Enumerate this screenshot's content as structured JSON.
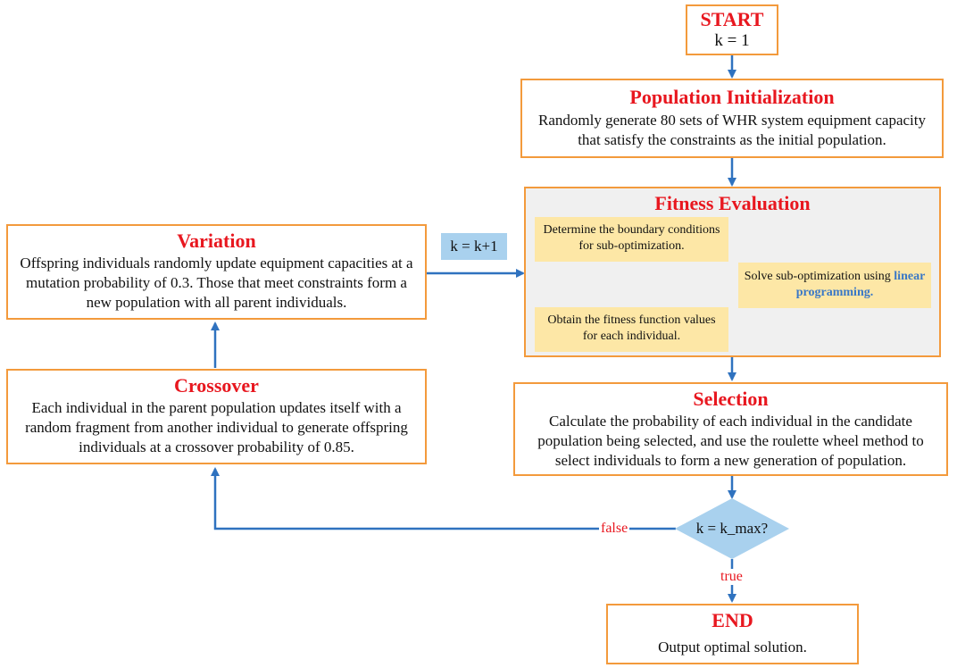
{
  "start": {
    "title": "START",
    "init": "k = 1"
  },
  "init_step": {
    "title": "Population Initialization",
    "text": "Randomly generate 80 sets of WHR system equipment capacity that satisfy the constraints as the initial population."
  },
  "fitness": {
    "title": "Fitness Evaluation",
    "step1": "Determine the boundary conditions for sub-optimization.",
    "step2_prefix": "Solve sub-optimization using ",
    "step2_highlight": "linear programming.",
    "step3": "Obtain the fitness function values for each individual."
  },
  "selection": {
    "title": "Selection",
    "text": "Calculate the probability of each individual in the candidate population being selected, and use the roulette wheel method to select individuals to form a new generation of population."
  },
  "decision": {
    "text": "k = k_max?",
    "false_label": "false",
    "true_label": "true"
  },
  "end": {
    "title": "END",
    "text": "Output optimal solution."
  },
  "crossover": {
    "title": "Crossover",
    "text": "Each individual in the parent population updates itself with a random fragment from another individual to generate offspring individuals at a crossover probability of 0.85."
  },
  "variation": {
    "title": "Variation",
    "text": "Offspring individuals randomly update equipment capacities at a mutation probability of 0.3. Those that meet constraints form a new population with all parent individuals."
  },
  "increment": {
    "text": "k = k+1"
  },
  "colors": {
    "box_border": "#f39a3c",
    "title_red": "#e8171f",
    "arrow_blue": "#2f72bf",
    "note_fill": "#fde7a6",
    "panel_fill": "#f0f0f0",
    "decision_fill": "#a9d1ee"
  }
}
